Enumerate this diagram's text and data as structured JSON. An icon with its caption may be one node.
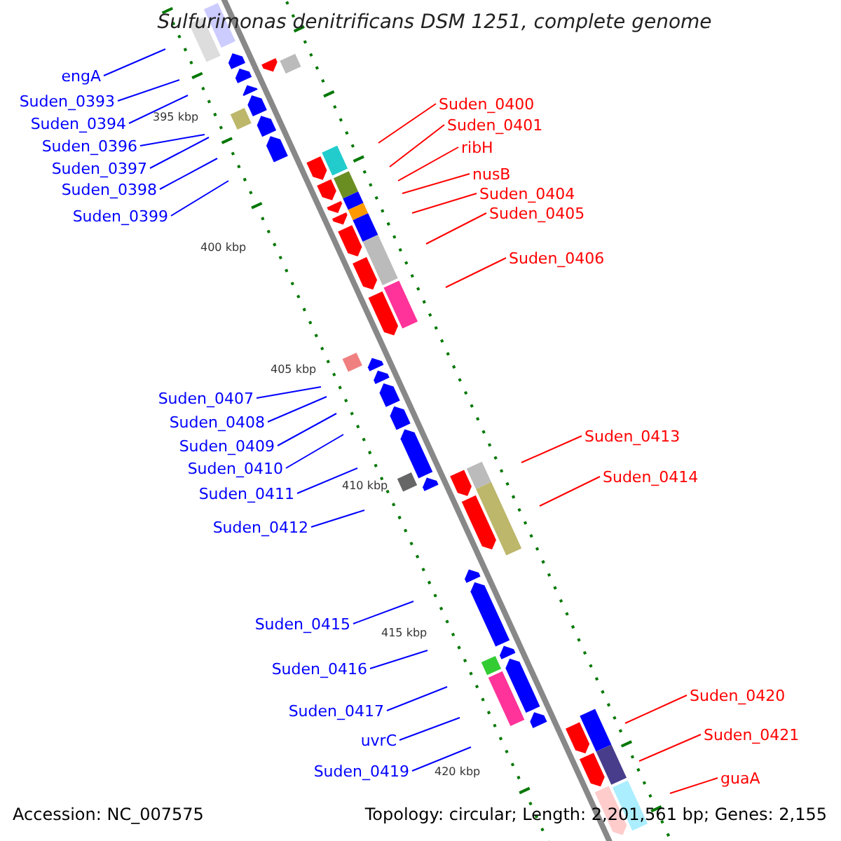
{
  "diagram": {
    "title": "Sulfurimonas denitrificans DSM 1251, complete genome",
    "nodes": [
      {
        "text": [
          "engA"
        ]
      },
      {
        "text": [
          "Suden_0393"
        ]
      },
      {
        "text": [
          "Suden_0394"
        ]
      },
      {
        "text": [
          "Suden_0396"
        ]
      },
      {
        "text": [
          "Suden_0397"
        ]
      },
      {
        "text": [
          "Suden_0398"
        ]
      },
      {
        "text": [
          "Suden_0399"
        ]
      },
      {
        "text": [
          "Suden_0400"
        ]
      },
      {
        "text": [
          "Suden_0401"
        ]
      },
      {
        "text": [
          "ribH"
        ]
      },
      {
        "text": [
          "nusB"
        ]
      },
      {
        "text": [
          "Suden_0404"
        ]
      },
      {
        "text": [
          "Suden_0405"
        ]
      },
      {
        "text": [
          "Suden_0406"
        ]
      },
      {
        "text": [
          "Suden_0407"
        ]
      },
      {
        "text": [
          "Suden_0408"
        ]
      },
      {
        "text": [
          "Suden_0409"
        ]
      },
      {
        "text": [
          "Suden_0410"
        ]
      },
      {
        "text": [
          "Suden_0411"
        ]
      },
      {
        "text": [
          "Suden_0412"
        ]
      },
      {
        "text": [
          "Suden_0413"
        ]
      },
      {
        "text": [
          "Suden_0414"
        ]
      },
      {
        "text": [
          "Suden_0415"
        ]
      },
      {
        "text": [
          "Suden_0416"
        ]
      },
      {
        "text": [
          "Suden_0417"
        ]
      },
      {
        "text": [
          "uvrC"
        ]
      },
      {
        "text": [
          "Suden_0419"
        ]
      },
      {
        "text": [
          "Suden_0420"
        ]
      },
      {
        "text": [
          "Suden_0421"
        ]
      },
      {
        "text": [
          "guaA"
        ]
      }
    ],
    "edges": [
      {
        "from": 0,
        "to": null,
        "arrow": "none"
      },
      {
        "from": 1,
        "to": null,
        "arrow": "none"
      },
      {
        "from": 2,
        "to": null,
        "arrow": "none"
      },
      {
        "from": 3,
        "to": null,
        "arrow": "none"
      },
      {
        "from": 4,
        "to": null,
        "arrow": "none"
      },
      {
        "from": 5,
        "to": null,
        "arrow": "none"
      },
      {
        "from": 6,
        "to": null,
        "arrow": "none"
      },
      {
        "from": 7,
        "to": null,
        "arrow": "none",
        "color": "#ff0000"
      },
      {
        "from": 8,
        "to": null,
        "arrow": "none",
        "color": "#ff0000"
      },
      {
        "from": 9,
        "to": null,
        "arrow": "none",
        "color": "#ff0000"
      },
      {
        "from": 10,
        "to": null,
        "arrow": "none",
        "color": "#ff0000"
      },
      {
        "from": 11,
        "to": null,
        "arrow": "none",
        "color": "#ff0000"
      },
      {
        "from": 12,
        "to": null,
        "arrow": "none",
        "color": "#ff0000"
      },
      {
        "from": 13,
        "to": null,
        "arrow": "none",
        "color": "#ff0000"
      },
      {
        "from": 14,
        "to": null,
        "arrow": "none"
      },
      {
        "from": 15,
        "to": null,
        "arrow": "none"
      },
      {
        "from": 16,
        "to": null,
        "arrow": "none"
      },
      {
        "from": 17,
        "to": null,
        "arrow": "none"
      },
      {
        "from": 18,
        "to": null,
        "arrow": "none"
      },
      {
        "from": 19,
        "to": null,
        "arrow": "none"
      },
      {
        "from": 20,
        "to": null,
        "arrow": "none",
        "color": "#ff0000"
      },
      {
        "from": 21,
        "to": null,
        "arrow": "none",
        "color": "#ff0000"
      },
      {
        "from": 22,
        "to": null,
        "arrow": "none"
      },
      {
        "from": 23,
        "to": null,
        "arrow": "none"
      },
      {
        "from": 24,
        "to": null,
        "arrow": "none"
      },
      {
        "from": 25,
        "to": null,
        "arrow": "none"
      },
      {
        "from": 26,
        "to": null,
        "arrow": "none"
      },
      {
        "from": 27,
        "to": null,
        "arrow": "none",
        "color": "#ff0000"
      },
      {
        "from": 28,
        "to": null,
        "arrow": "none",
        "color": "#ff0000"
      },
      {
        "from": 29,
        "to": null,
        "arrow": "none",
        "color": "#ff0000"
      }
    ],
    "labels": [
      "395 kbp",
      "400 kbp",
      "405 kbp",
      "410 kbp",
      "415 kbp",
      "420 kbp",
      "Accession: NC_007575",
      "Topology: circular; Length: 2,201,561 bp; Genes: 2,155"
    ]
  }
}
